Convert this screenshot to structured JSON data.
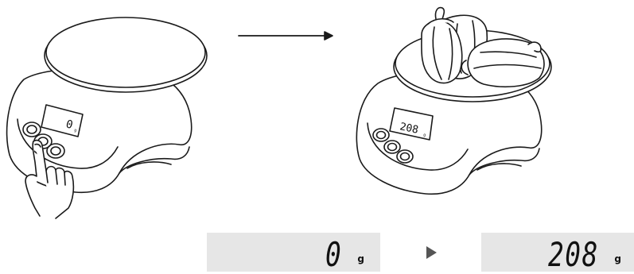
{
  "left_display": {
    "reading": "0",
    "unit": "g"
  },
  "right_display": {
    "reading": "208",
    "unit": "g"
  },
  "scale_left_screen": {
    "reading": "0",
    "unit": "g"
  },
  "scale_right_screen": {
    "reading": "208",
    "unit": "g"
  },
  "icons": {
    "arrow": "right-arrow-icon",
    "play": "play-triangle-icon",
    "hand": "pointing-hand-icon",
    "peppers": "bell-pepper-icon"
  }
}
